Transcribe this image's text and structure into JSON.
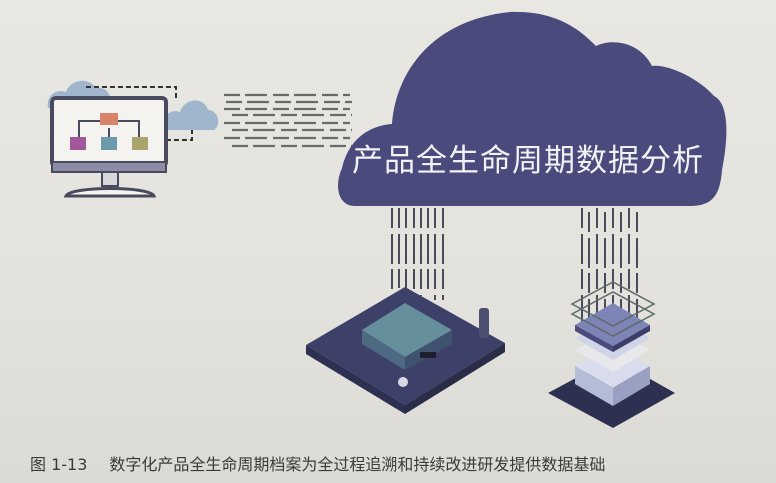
{
  "figure": {
    "cloud_label": "产品全生命周期数据分析",
    "caption_number": "图 1-13",
    "caption_text": "数字化产品全生命周期档案为全过程追溯和持续改进研发提供数据基础"
  },
  "elements": {
    "monitor": {
      "boxes": [
        "orange-box",
        "purple-box",
        "teal-box",
        "olive-box"
      ]
    },
    "icons": [
      "small-cloud-left",
      "small-cloud-right",
      "big-cloud",
      "server-board",
      "layered-stack"
    ]
  },
  "colors": {
    "background": "#e6e4de",
    "big_cloud": "#4a4a7c",
    "small_cloud": "#9fb6cc",
    "board": "#3d4068",
    "glass_chip": "#6d9ea6",
    "box_orange": "#d9826a",
    "box_purple": "#a0589a",
    "box_teal": "#6b9aaa",
    "box_olive": "#a9a56f",
    "caption_text": "#3b3b3b"
  }
}
